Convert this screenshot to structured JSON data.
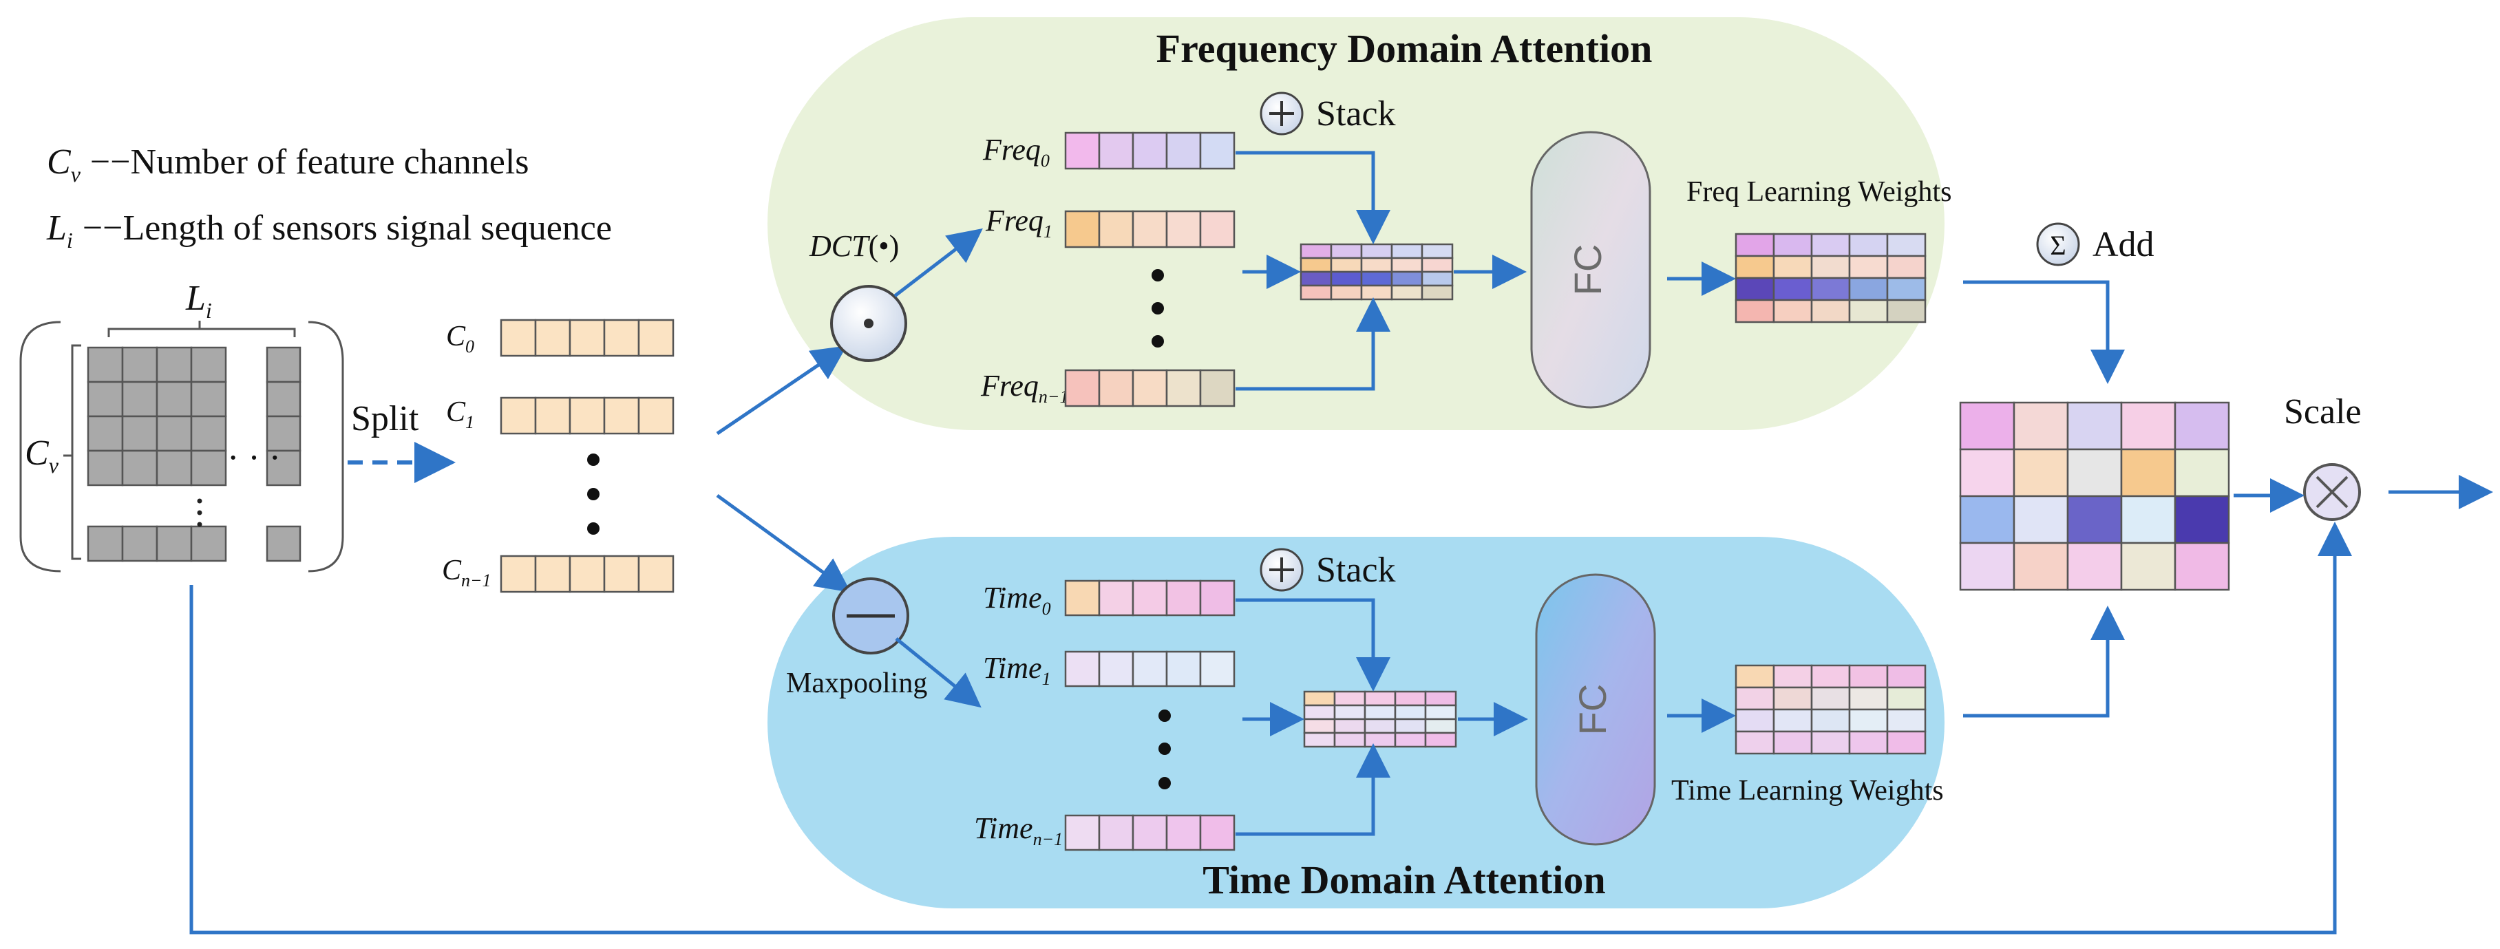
{
  "titles": {
    "freq_domain": "Frequency Domain Attention",
    "time_domain": "Time Domain Attention"
  },
  "legend": {
    "cv_symbol": "C",
    "cv_sub": "v",
    "cv_desc": "−−Number of feature channels",
    "li_symbol": "L",
    "li_sub": "i",
    "li_desc": "−−Length of sensors signal sequence"
  },
  "input": {
    "li_symbol": "L",
    "li_sub": "i",
    "cv_symbol": "C",
    "cv_sub": "v",
    "dots": "· · ·"
  },
  "split_label": "Split",
  "channels": [
    {
      "symbol": "C",
      "sub": "0"
    },
    {
      "symbol": "C",
      "sub": "1"
    },
    {
      "symbol": "C",
      "sub": "n−1"
    }
  ],
  "dct": {
    "label": "DCT",
    "arg": "(•)"
  },
  "maxpool_label": "Maxpooling",
  "freq_rows": [
    {
      "symbol": "Freq",
      "sub": "0"
    },
    {
      "symbol": "Freq",
      "sub": "1"
    },
    {
      "symbol": "Freq",
      "sub": "n−1"
    }
  ],
  "time_rows": [
    {
      "symbol": "Time",
      "sub": "0"
    },
    {
      "symbol": "Time",
      "sub": "1"
    },
    {
      "symbol": "Time",
      "sub": "n−1"
    }
  ],
  "stack_label": "Stack",
  "fc_label": "FC",
  "freq_weights_label": "Freq Learning  Weights",
  "time_weights_label": "Time Learning  Weights",
  "add_label": "Add",
  "scale_label": "Scale",
  "icons": {
    "plus": "plus-circle-icon",
    "sum": "sigma-circle-icon",
    "times": "times-circle-icon",
    "dot": "dot-circle-icon",
    "minus": "minus-circle-icon"
  },
  "colors": {
    "freq_bg": "#e9f2da",
    "time_bg": "#a9dcf2",
    "arrow": "#2f75c7",
    "cell_peach": "#fbe3c3",
    "cell_gray": "#a9a9a9"
  }
}
